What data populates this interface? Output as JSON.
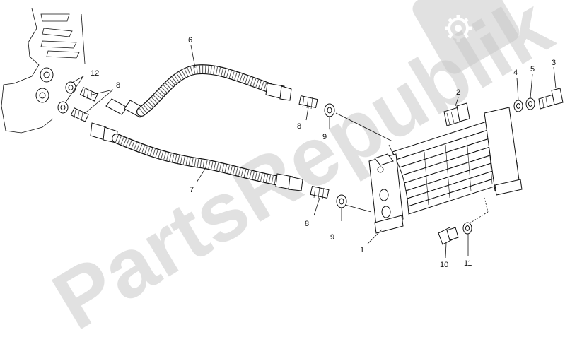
{
  "watermark": {
    "text": "PartsRepublik",
    "gear_icon": "gear-icon"
  },
  "callouts": {
    "c1": "1",
    "c2": "2",
    "c3": "3",
    "c4": "4",
    "c5": "5",
    "c6": "6",
    "c7": "7",
    "c8a": "8",
    "c8b": "8",
    "c8c": "8",
    "c9a": "9",
    "c9b": "9",
    "c10": "10",
    "c11": "11",
    "c12": "12"
  }
}
